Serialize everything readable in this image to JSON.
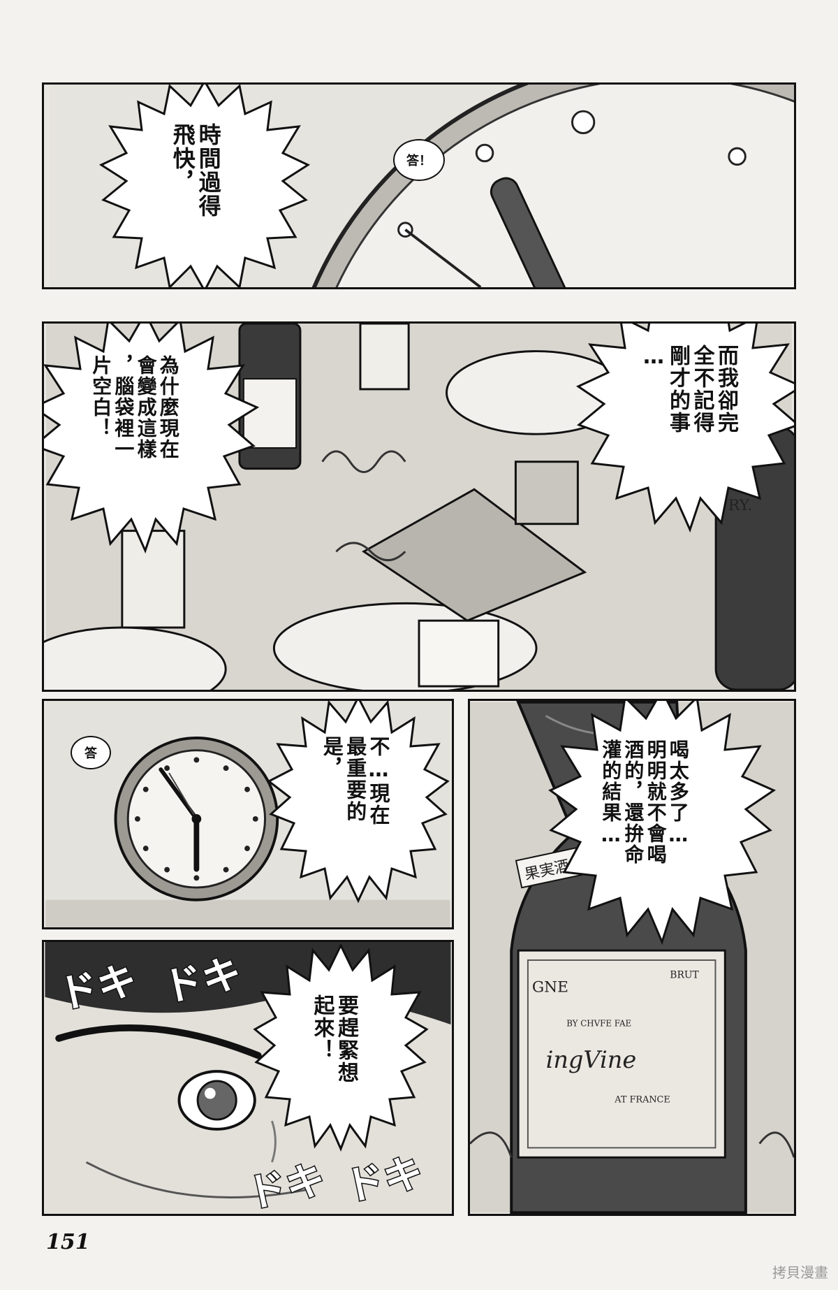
{
  "page_number": "151",
  "watermark": "拷貝漫畫",
  "panel1": {
    "sfx": "答！",
    "bubble_lines": [
      "時間過得",
      "飛快，"
    ]
  },
  "panel2": {
    "bubble_left_lines": [
      "為什麼現在",
      "會變成這樣",
      "，腦袋裡一",
      "片空白！"
    ],
    "bubble_right_lines": [
      "而我卻完",
      "全不記得",
      "剛才的事",
      "…"
    ],
    "bottle_label_right": "RY."
  },
  "panel3": {
    "sfx": "答",
    "bubble_lines": [
      "不…現在",
      "最重要的",
      "是，"
    ]
  },
  "panel4": {
    "bubble_lines": [
      "喝太多了…",
      "明明就不會喝",
      "酒的，還拚命",
      "灌的結果…"
    ],
    "tag": "果実酒",
    "label": {
      "brut": "BRUT",
      "gne": "GNE",
      "maker": "BY CHVFE FAE",
      "script": "ingVine",
      "origin": "AT FRANCE"
    }
  },
  "panel5": {
    "bubble_lines": [
      "要趕緊想",
      "起來！"
    ],
    "doki": [
      "ドキ",
      "ドキ",
      "ドキ",
      "ドキ"
    ]
  }
}
